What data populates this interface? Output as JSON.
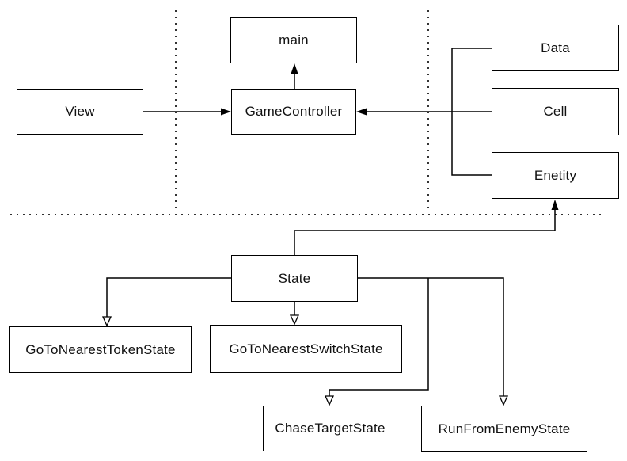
{
  "diagram": {
    "nodes": {
      "main": {
        "label": "main"
      },
      "view": {
        "label": "View"
      },
      "game_controller": {
        "label": "GameController"
      },
      "data": {
        "label": "Data"
      },
      "cell": {
        "label": "Cell"
      },
      "enetity": {
        "label": "Enetity"
      },
      "state": {
        "label": "State"
      },
      "token": {
        "label": "GoToNearestTokenState"
      },
      "switch": {
        "label": "GoToNearestSwitchState"
      },
      "chase": {
        "label": "ChaseTargetState"
      },
      "run": {
        "label": "RunFromEnemyState"
      }
    },
    "edges": [
      {
        "from": "GameController",
        "to": "main",
        "arrowhead": "filled"
      },
      {
        "from": "View",
        "to": "GameController",
        "arrowhead": "filled"
      },
      {
        "from": "Data, Cell, Enetity",
        "to": "GameController",
        "arrowhead": "filled"
      },
      {
        "from": "State",
        "to": "Enetity",
        "arrowhead": "filled"
      },
      {
        "from": "State",
        "to": "GoToNearestTokenState",
        "arrowhead": "hollow"
      },
      {
        "from": "State",
        "to": "GoToNearestSwitchState",
        "arrowhead": "hollow"
      },
      {
        "from": "State",
        "to": "ChaseTargetState",
        "arrowhead": "hollow"
      },
      {
        "from": "State",
        "to": "RunFromEnemyState",
        "arrowhead": "hollow"
      }
    ],
    "separators": [
      {
        "orientation": "vertical",
        "position": "x=222, y 13-263"
      },
      {
        "orientation": "vertical",
        "position": "x=541, y 13-263"
      },
      {
        "orientation": "horizontal",
        "position": "y=271, x 13-762"
      }
    ],
    "colors": {
      "background": "#ffffff",
      "box_fill": "#ffffff",
      "line": "#000000",
      "dotted_line": "#333333",
      "text": "#111111"
    }
  }
}
